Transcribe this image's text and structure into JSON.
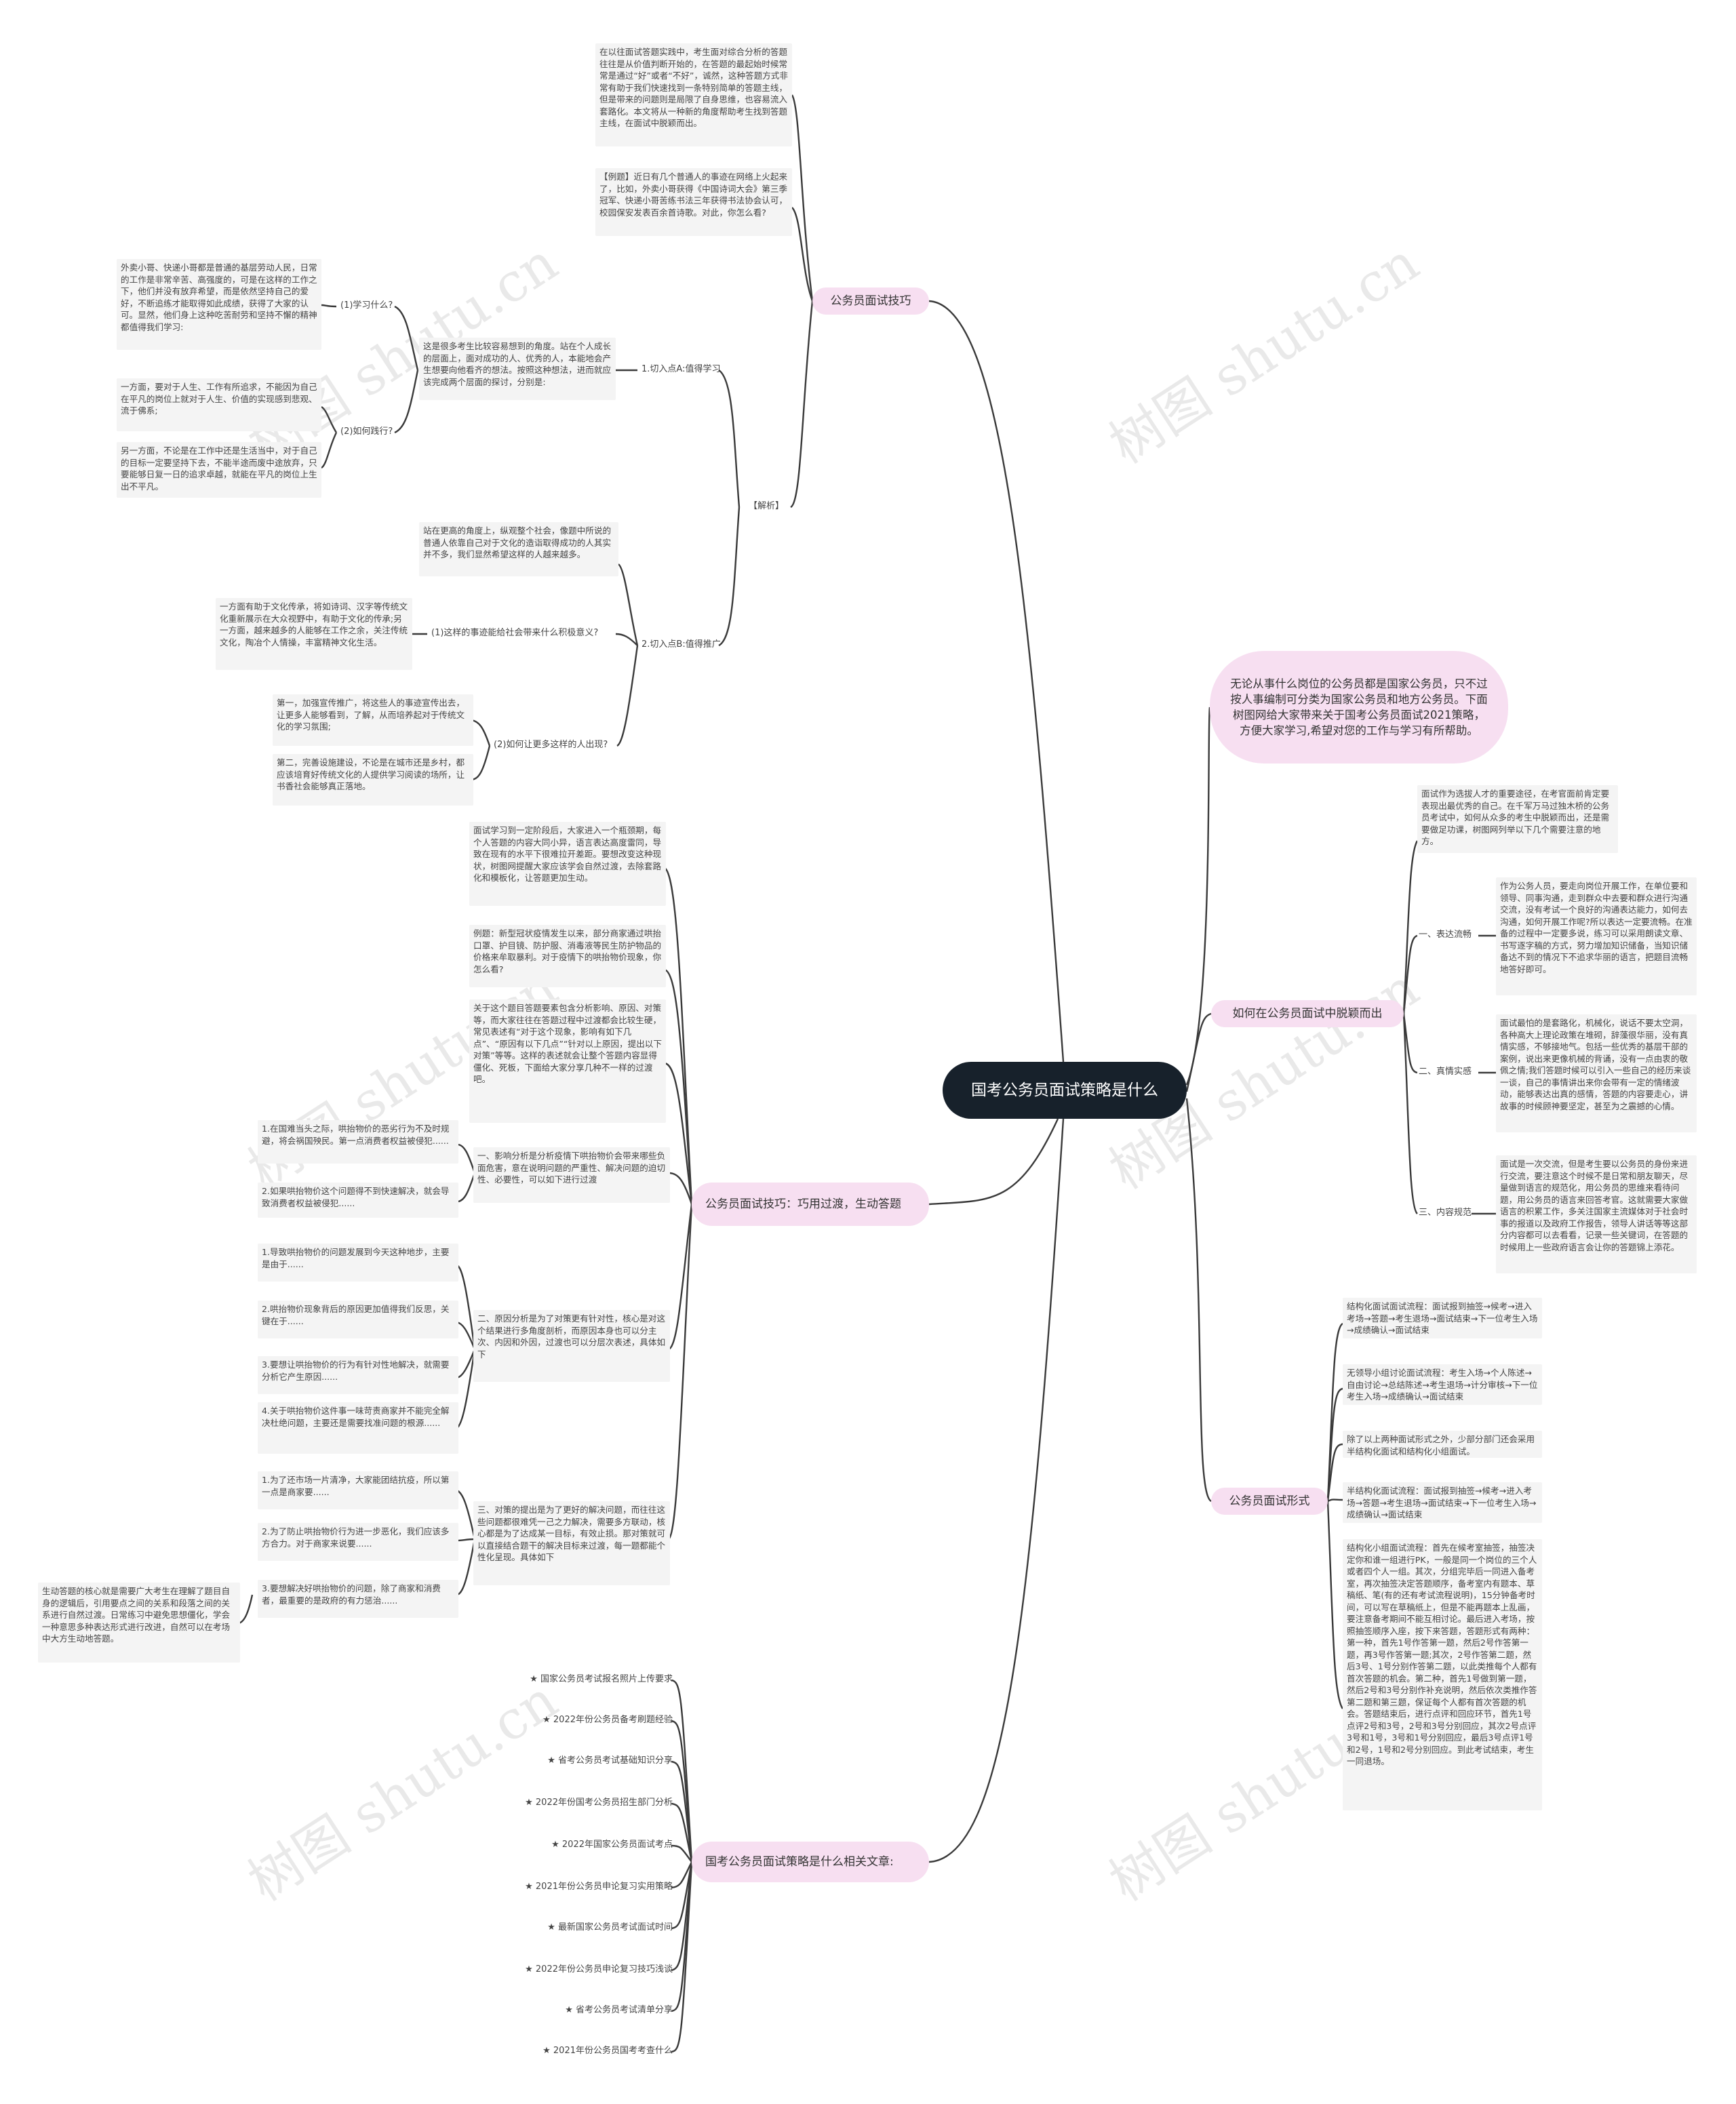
{
  "central": "国考公务员面试策略是什么",
  "intro": "无论从事什么岗位的公务员都是国家公务员，只不过按人事编制可分类为国家公务员和地方公务员。下面树图网给大家带来关于国考公务员面试2021策略，方便大家学习,希望对您的工作与学习有所帮助。",
  "watermark": "树图 shutu.cn",
  "skills": {
    "title": "公务员面试技巧",
    "intro_text": "在以往面试答题实践中，考生面对综合分析的答题往往是从价值判断开始的，在答题的最起始时候常常是通过“好”或者“不好”，诚然，这种答题方式非常有助于我们快速找到一条特别简单的答题主线，但是带来的问题则是局限了自身思维，也容易流入套路化。本文将从一种新的角度帮助考生找到答题主线，在面试中脱颖而出。",
    "example": "【例题】近日有几个普通人的事迹在网络上火起来了，比如，外卖小哥获得《中国诗词大会》第三季冠军、快递小哥苦练书法三年获得书法协会认可，校园保安发表百余首诗歌。对此，你怎么看?",
    "analysis_label": "【解析】",
    "pointA": {
      "label": "1.切入点A:值得学习",
      "desc": "这是很多考生比较容易想到的角度。站在个人成长的层面上，面对成功的人、优秀的人，本能地会产生想要向他看齐的想法。按照这种想法，进而就应该完成两个层面的探讨，分别是:",
      "q1": "(1)学习什么?",
      "q1_text": "外卖小哥、快递小哥都是普通的基层劳动人民，日常的工作是非常辛苦、高强度的，可是在这样的工作之下，他们并没有放弃希望，而是依然坚持自己的爱好，不断追练才能取得如此成绩，获得了大家的认可。显然，他们身上这种吃苦耐劳和坚持不懈的精神都值得我们学习:",
      "q2": "(2)如何践行?",
      "q2_text1": "一方面，要对于人生、工作有所追求，不能因为自己在平凡的岗位上就对于人生、价值的实现感到悲观、流于佛系;",
      "q2_text2": "另一方面，不论是在工作中还是生活当中，对于自己的目标一定要坚持下去，不能半途而废中途放弃，只要能够日复一日的追求卓越，就能在平凡的岗位上生出不平凡。"
    },
    "pointB": {
      "label": "2.切入点B:值得推广",
      "desc": "站在更高的角度上，纵观整个社会，像题中所说的普通人依靠自己对于文化的造诣取得成功的人其实并不多，我们显然希望这样的人越来越多。",
      "q1": "(1)这样的事迹能给社会带来什么积极意义?",
      "q1_text": "一方面有助于文化传承，将如诗词、汉字等传统文化重新展示在大众视野中，有助于文化的传承;另一方面，越来越多的人能够在工作之余，关注传统文化，陶冶个人情操，丰富精神文化生活。",
      "q2": "(2)如何让更多这样的人出现?",
      "q2_text1": "第一，加强宣传推广，将这些人的事迹宣传出去，让更多人能够看到，了解，从而培养起对于传统文化的学习氛围;",
      "q2_text2": "第二，完善设施建设，不论是在城市还是乡村，都应该培育好传统文化的人提供学习阅读的场所，让书香社会能够真正落地。"
    }
  },
  "transition": {
    "title": "公务员面试技巧：巧用过渡，生动答题",
    "intro1": "面试学习到一定阶段后，大家进入一个瓶颈期，每个人答题的内容大同小异，语言表达高度雷同，导致在现有的水平下很难拉开差距。要想改变这种现状，树图网提醒大家应该学会自然过渡，去除套路化和模板化，让答题更加生动。",
    "intro2": "例题：新型冠状疫情发生以来，部分商家通过哄抬口罩、护目镜、防护服、消毒液等民生防护物品的价格来牟取暴利。对于疫情下的哄抬物价现象，你怎么看?",
    "intro3": "关于这个题目答题要素包含分析影响、原因、对策等，而大家往往在答题过程中过渡都会比较生硬，常见表述有“对于这个现象，影响有如下几点”、“原因有以下几点”“针对以上原因，提出以下对策”等等。这样的表述就会让整个答题内容显得僵化、死板，下面给大家分享几种不一样的过渡吧。",
    "part1": "一、影响分析是分析疫情下哄抬物价会带来哪些负面危害，意在说明问题的严重性、解决问题的迫切性、必要性，可以如下进行过渡",
    "part1_items": [
      "1.在国难当头之际，哄抬物价的恶劣行为不及时规避，将会祸国殃民。第一点消费者权益被侵犯......",
      "2.如果哄抬物价这个问题得不到快速解决，就会导致消费者权益被侵犯......"
    ],
    "part2": "二、原因分析是为了对策更有针对性，核心是对这个结果进行多角度剖析，而原因本身也可以分主次、内因和外因，过渡也可以分层次表述，具体如下",
    "part2_items": [
      "1.导致哄抬物价的问题发展到今天这种地步，主要是由于......",
      "2.哄抬物价现象背后的原因更加值得我们反思，关键在于......",
      "3.要想让哄抬物价的行为有针对性地解决，就需要分析它产生原因......",
      "4.关于哄抬物价这件事一味苛责商家并不能完全解决杜绝问题，主要还是需要找准问题的根源......"
    ],
    "part3": "三、对策的提出是为了更好的解决问题，而往往这些问题都很难凭一己之力解决，需要多方联动，核心都是为了达成某一目标，有效止损。那对策就可以直接结合题干的解决目标来过渡，每一题都能个性化呈现。具体如下",
    "part3_items": [
      "1.为了还市场一片清净，大家能团结抗疫，所以第一点是商家要......",
      "2.为了防止哄抬物价行为进一步恶化，我们应该多方合力。对于商家来说要......",
      "3.要想解决好哄抬物价的问题，除了商家和消费者，最重要的是政府的有力惩治......"
    ],
    "summary": "生动答题的核心就是需要广大考生在理解了题目自身的逻辑后，引用要点之间的关系和段落之间的关系进行自然过渡。日常练习中避免思想僵化，学会一种意思多种表达形式进行改进，自然可以在考场中大方生动地答题。"
  },
  "standout": {
    "title": "如何在公务员面试中脱颖而出",
    "intro": "面试作为选拔人才的重要途径，在考官面前肯定要表现出最优秀的自己。在千军万马过独木桥的公务员考试中，如何从众多的考生中脱颖而出，还是需要做足功课，树图网列举以下几个需要注意的地方。",
    "item1_label": "一、表达流畅",
    "item1_text": "作为公务人员，要走向岗位开展工作，在单位要和领导、同事沟通，走到群众中去要和群众进行沟通交流，没有考试一个良好的沟通表达能力，如何去沟通，如何开展工作呢?所以表达一定要流畅。在准备的过程中一定要多说，练习可以采用朗读文章、书写逐字稿的方式，努力增加知识储备，当知识储备达不到的情况下不追求华丽的语言，把题目流畅地答好即可。",
    "item2_label": "二、真情实感",
    "item2_text": "面试最怕的是套路化，机械化，说话不要太空洞，各种高大上理论政策在堆砌，辞藻很华丽，没有真情实感，不够接地气。包括一些优秀的基层干部的案例，说出来更像机械的背诵，没有一点由衷的敬佩之情;我们答题时候可以引入一些自己的经历来谈一谈，自己的事情讲出来你会带有一定的情绪波动，能够表达出真的感情，答题的内容要走心，讲故事的时候顾神要坚定，甚至为之震撼的心情。",
    "item3_label": "三、内容规范",
    "item3_text": "面试是一次交流，但是考生要以公务员的身份来进行交流，要注意这个时候不是日常和朋友聊天，尽量做到语言的规范化，用公务员的思维来看待问题，用公务员的语言来回答考官。这就需要大家做语言的积累工作，多关注国家主流媒体对于社会时事的报道以及政府工作报告，领导人讲话等等这部分内容都可以去看看，记录一些关键词，在答题的时候用上一些政府语言会让你的答题锦上添花。"
  },
  "format": {
    "title": "公务员面试形式",
    "item1": "结构化面试面试流程：面试报到抽签→候考→进入考场→答题→考生退场→面试结束→下一位考生入场→成绩确认→面试结束",
    "item2": "无领导小组讨论面试流程：考生入场→个人陈述→自由讨论→总结陈述→考生退场→计分审核→下一位考生入场→成绩确认→面试结束",
    "item3": "除了以上两种面试形式之外，少部分部门还会采用半结构化面试和结构化小组面试。",
    "item4": "半结构化面试流程：面试报到抽签→候考→进入考场→答题→考生退场→面试结束→下一位考生入场→成绩确认→面试结束",
    "item5": "结构化小组面试流程：首先在候考室抽签，抽签决定你和谁一组进行PK，一般是同一个岗位的三个人或者四个人一组。其次，分组完毕后一同进入备考室，再次抽签决定答题顺序，备考室内有题本、草稿纸、笔(有的还有考试流程说明)，15分钟备考时间，可以写在草稿纸上，但是不能再题本上乱画，要注意备考期间不能互相讨论。最后进入考场，按照抽签顺序入座，按下来答题，答题形式有两种：第一种，首先1号作答第一题，然后2号作答第一题，再3号作答第一题;其次，2号作答第二题，然后3号、1号分别作答第二题，以此类推每个人都有首次答题的机会。第二种，首先1号做到第一题，然后2号和3号分别作补充说明，然后依次类推作答第二题和第三题，保证每个人都有首次答题的机会。答题结束后，进行点评和回应环节，首先1号点评2号和3号，2号和3号分别回应，其次2号点评3号和1号，3号和1号分别回应，最后3号点评1号和2号，1号和2号分别回应。到此考试结束，考生一同退场。"
  },
  "related": {
    "title": "国考公务员面试策略是什么相关文章:",
    "articles": [
      "★ 国家公务员考试报名照片上传要求",
      "★ 2022年份公务员备考刷题经验",
      "★ 省考公务员考试基础知识分享",
      "★ 2022年份国考公务员招生部门分析",
      "★ 2022年国家公务员面试考点",
      "★ 2021年份公务员申论复习实用策略",
      "★ 最新国家公务员考试面试时间",
      "★ 2022年份公务员申论复习技巧浅谈",
      "★ 省考公务员考试清单分享",
      "★ 2021年份公务员国考考查什么"
    ]
  }
}
